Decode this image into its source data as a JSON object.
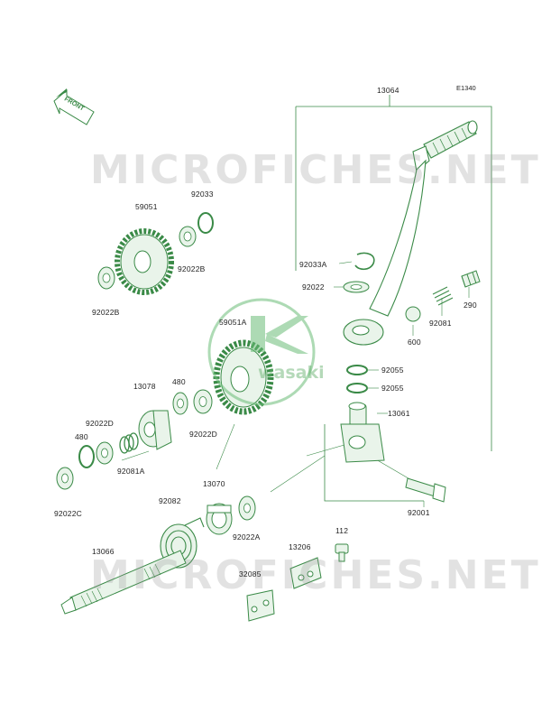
{
  "diagram_code": "E1340",
  "front_badge": "FRONT",
  "watermark": {
    "top": "MICROFICHES.NET",
    "bottom": "MICROFICHES.NET",
    "logo_text": "wasaki"
  },
  "colors": {
    "line": "#3a8a47",
    "fill": "#e9f4ea",
    "text": "#1f1f1f"
  },
  "parts": [
    {
      "id": "p13064",
      "label": "13064"
    },
    {
      "id": "p59051",
      "label": "59051"
    },
    {
      "id": "p92033",
      "label": "92033"
    },
    {
      "id": "p92022B_a",
      "label": "92022B"
    },
    {
      "id": "p92022B_b",
      "label": "92022B"
    },
    {
      "id": "p92033A",
      "label": "92033A"
    },
    {
      "id": "p92022",
      "label": "92022"
    },
    {
      "id": "p290",
      "label": "290"
    },
    {
      "id": "p92081",
      "label": "92081"
    },
    {
      "id": "p600",
      "label": "600"
    },
    {
      "id": "p59051A",
      "label": "59051A"
    },
    {
      "id": "p92055a",
      "label": "92055"
    },
    {
      "id": "p92055b",
      "label": "92055"
    },
    {
      "id": "p13061",
      "label": "13061"
    },
    {
      "id": "p13078",
      "label": "13078"
    },
    {
      "id": "p480a",
      "label": "480"
    },
    {
      "id": "p92022D_a",
      "label": "92022D"
    },
    {
      "id": "p92022D_b",
      "label": "92022D"
    },
    {
      "id": "p480b",
      "label": "480"
    },
    {
      "id": "p92081A",
      "label": "92081A"
    },
    {
      "id": "p92022C",
      "label": "92022C"
    },
    {
      "id": "p92082",
      "label": "92082"
    },
    {
      "id": "p13070",
      "label": "13070"
    },
    {
      "id": "p92022A",
      "label": "92022A"
    },
    {
      "id": "p92001",
      "label": "92001"
    },
    {
      "id": "p112",
      "label": "112"
    },
    {
      "id": "p13206",
      "label": "13206"
    },
    {
      "id": "p32085",
      "label": "32085"
    },
    {
      "id": "p13066",
      "label": "13066"
    }
  ]
}
